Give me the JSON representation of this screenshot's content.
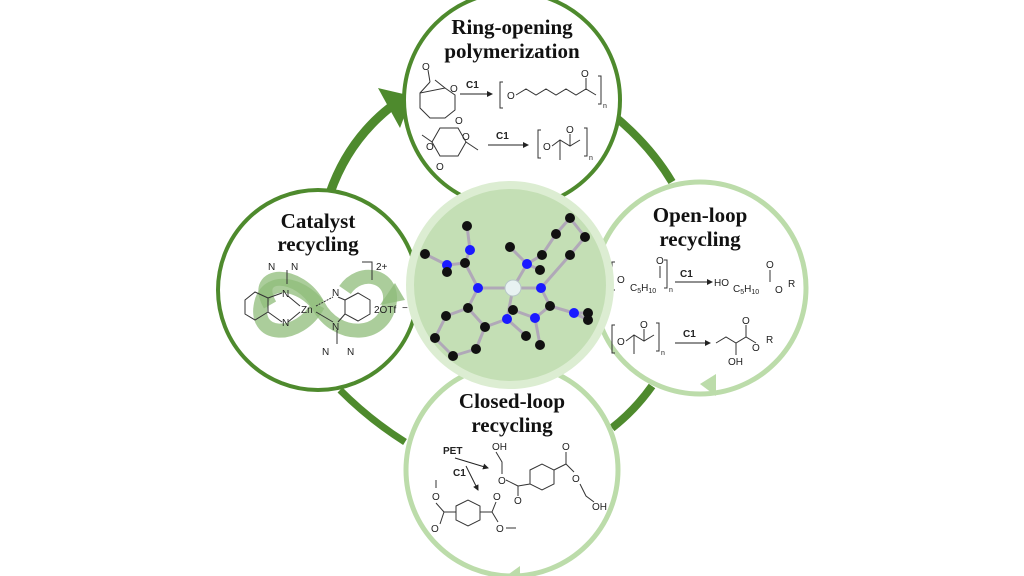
{
  "colors": {
    "dark_green": "#4e8a2d",
    "light_green": "#bcdcaa",
    "center_fill": "#c4dfb5",
    "center_ring": "#dcedd2",
    "atom_carbon": "#111111",
    "atom_nitrogen": "#1a1aff",
    "atom_metal": "#e8f2f2",
    "bond_color": "#b0a8b8"
  },
  "nodes": {
    "rop": {
      "title_line1": "Ring-opening",
      "title_line2": "polymerization",
      "reaction1": {
        "reagent": "C1",
        "product_subscript": "n"
      },
      "reaction2": {
        "reagent": "C1",
        "product_subscript": "n"
      }
    },
    "catalyst": {
      "title_line1": "Catalyst",
      "title_line2": "recycling",
      "charge": "2+",
      "metal": "Zn",
      "counterion": "2OTf",
      "counterion_charge": "−",
      "nitrogen": "N"
    },
    "open_loop": {
      "title_line1": "Open-loop",
      "title_line2": "recycling",
      "reaction1": {
        "reagent": "C1",
        "reactant_o": "O",
        "reactant_c": "C",
        "reactant_c_sub": "5",
        "reactant_h": "H",
        "reactant_h_sub": "10",
        "reactant_n": "n",
        "product_ho": "HO",
        "product_r": "R",
        "product_o": "O"
      },
      "reaction2": {
        "reagent": "C1",
        "reactant_n": "n",
        "product_oh": "OH",
        "product_r": "R",
        "product_o": "O"
      }
    },
    "closed_loop": {
      "title_line1": "Closed-loop",
      "title_line2": "recycling",
      "polymer": "PET",
      "reagent": "C1",
      "oh": "OH",
      "o": "O"
    }
  }
}
